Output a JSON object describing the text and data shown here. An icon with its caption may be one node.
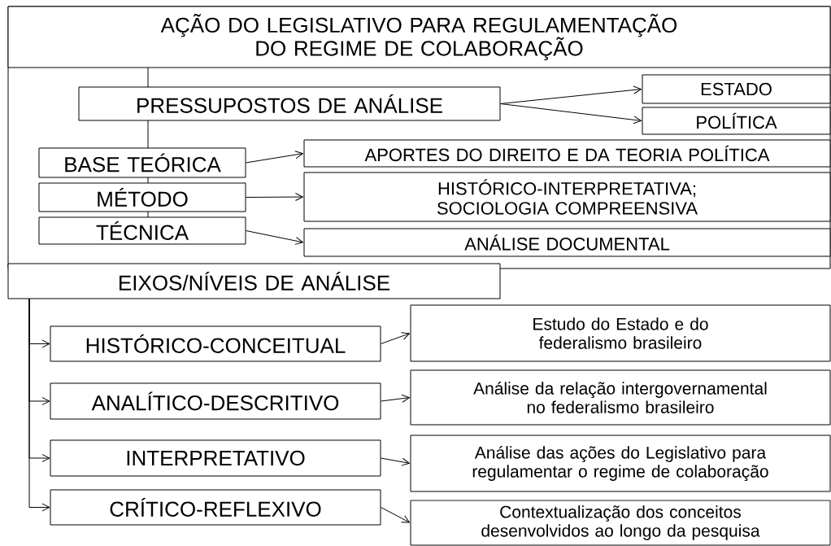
{
  "diagram": {
    "nodes": [
      {
        "text": [
          "AÇÃO DO LEGISLATIVO PARA REGULAMENTAÇÃO DO REGIME DE COLABORAÇÃO"
        ]
      },
      {
        "text": [
          "PRESSUPOSTOS DE ANÁLISE"
        ]
      },
      {
        "text": [
          "ESTADO"
        ]
      },
      {
        "text": [
          "POLÍTICA"
        ]
      },
      {
        "text": [
          "BASE TEÓRICA"
        ]
      },
      {
        "text": [
          "APORTES DO DIREITO E DA TEORIA POLÍTICA"
        ]
      },
      {
        "text": [
          "MÉTODO"
        ]
      },
      {
        "text": [
          "HISTÓRICO-INTERPRETATIVA; SOCIOLOGIA COMPREENSIVA"
        ]
      },
      {
        "text": [
          "TÉCNICA"
        ]
      },
      {
        "text": [
          "ANÁLISE DOCUMENTAL"
        ]
      },
      {
        "text": [
          "EIXOS/NÍVEIS DE ANÁLISE"
        ]
      },
      {
        "text": [
          "HISTÓRICO-CONCEITUAL"
        ]
      },
      {
        "text": [
          "Estudo do Estado e do federalismo brasileiro"
        ]
      },
      {
        "text": [
          "ANALÍTICO-DESCRITIVO"
        ]
      },
      {
        "text": [
          "Análise da relação intergovernamental no federalismo brasileiro"
        ]
      },
      {
        "text": [
          "INTERPRETATIVO"
        ]
      },
      {
        "text": [
          "Análise das ações do Legislativo para regulamentar o regime de colaboração"
        ]
      },
      {
        "text": [
          "CRÍTICO-REFLEXIVO"
        ]
      },
      {
        "text": [
          "Contextualização dos conceitos desenvolvidos ao longo da pesquisa"
        ]
      }
    ],
    "edges": [
      {
        "from": 0,
        "to": 1,
        "arrow": "none"
      },
      {
        "from": 1,
        "to": 2,
        "arrow": "to"
      },
      {
        "from": 1,
        "to": 3,
        "arrow": "to"
      },
      {
        "from": 1,
        "to": 4,
        "arrow": "none"
      },
      {
        "from": 4,
        "to": 5,
        "arrow": "to"
      },
      {
        "from": 4,
        "to": 6,
        "arrow": "none"
      },
      {
        "from": 6,
        "to": 7,
        "arrow": "to"
      },
      {
        "from": 6,
        "to": 8,
        "arrow": "none"
      },
      {
        "from": 8,
        "to": 9,
        "arrow": "to"
      },
      {
        "from": 10,
        "to": 11,
        "arrow": "to"
      },
      {
        "from": 10,
        "to": 13,
        "arrow": "to"
      },
      {
        "from": 10,
        "to": 15,
        "arrow": "to"
      },
      {
        "from": 10,
        "to": 17,
        "arrow": "to"
      },
      {
        "from": 11,
        "to": 12,
        "arrow": "to"
      },
      {
        "from": 13,
        "to": 14,
        "arrow": "to"
      },
      {
        "from": 15,
        "to": 16,
        "arrow": "to"
      },
      {
        "from": 17,
        "to": 18,
        "arrow": "to"
      }
    ]
  }
}
